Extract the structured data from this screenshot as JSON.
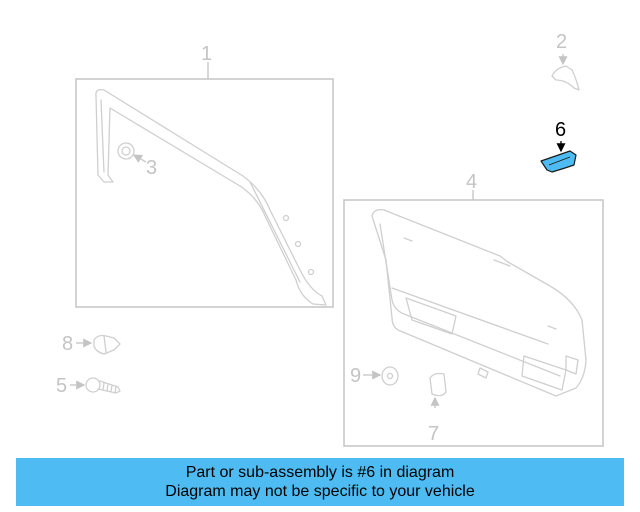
{
  "callouts": {
    "c1": "1",
    "c2": "2",
    "c3": "3",
    "c4": "4",
    "c5": "5",
    "c6": "6",
    "c7": "7",
    "c8": "8",
    "c9": "9"
  },
  "highlight_callout": "6",
  "colors": {
    "highlight_part": "#4ebcf2",
    "banner": "#4ebcf2",
    "line": "#c8c8c8",
    "callout_text": "#c4c4c4"
  },
  "banner": {
    "line1": "Part or sub-assembly is #6 in diagram",
    "line2": "Diagram may not be specific to your vehicle"
  }
}
